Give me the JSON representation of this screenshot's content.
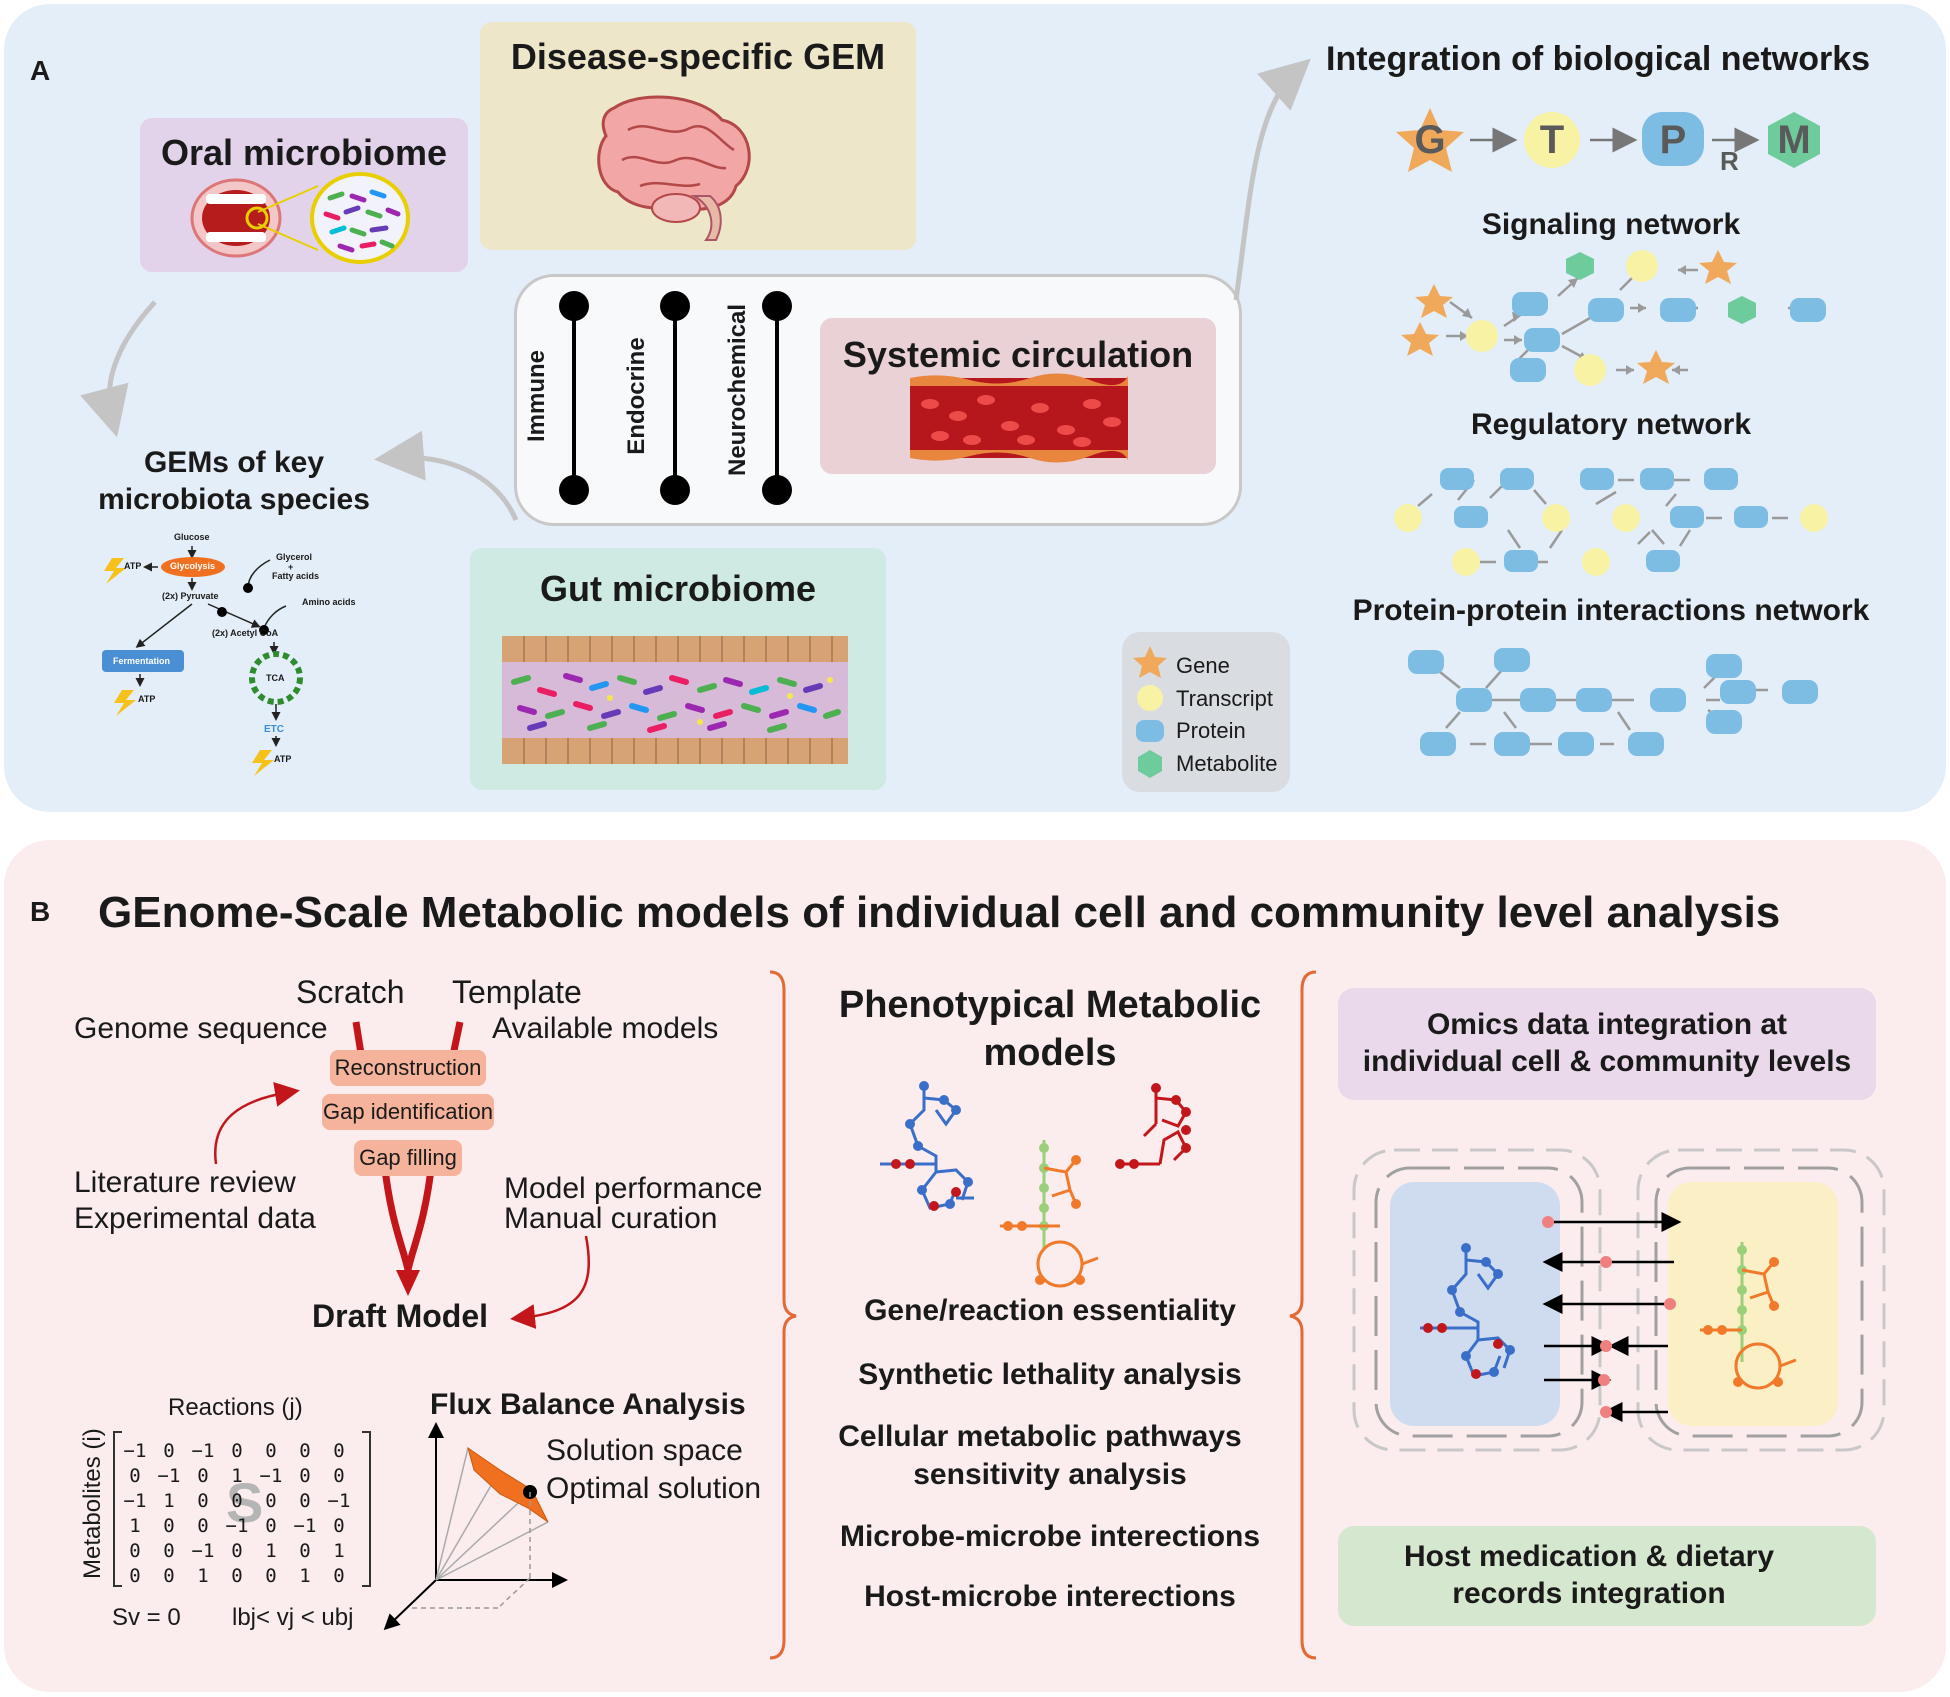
{
  "colors": {
    "panel_a_bg": "#e3eef8",
    "panel_b_bg": "#fbecee",
    "oral_box": "#e2d3ea",
    "disease_box": "#ede6c8",
    "systemic_box": "#ead1d6",
    "gut_box": "#cfeae2",
    "legend_box": "#d9dde2",
    "gene": "#f0a85a",
    "transcript": "#f7f2a4",
    "protein": "#7ebde3",
    "metabolite": "#6ecb9c",
    "accent_red": "#c2161b",
    "bracket": "#e36a35"
  },
  "panelA": {
    "label": "A",
    "oral_title": "Oral microbiome",
    "disease_title": "Disease-specific GEM",
    "systemic_title": "Systemic circulation",
    "gut_title": "Gut microbiome",
    "gems_title_line1": "GEMs of key",
    "gems_title_line2": "microbiota species",
    "axes": [
      "Immune",
      "Endocrine",
      "Neurochemical"
    ],
    "pathway": {
      "glucose": "Glucose",
      "glycolysis": "Glycolysis",
      "atp": "ATP",
      "pyruvate": "(2x) Pyruvate",
      "glycerol": "Glycerol",
      "plus": "+",
      "fatty_acids": "Fatty acids",
      "amino_acids": "Amino acids",
      "acetyl_coa": "(2x) Acetyl CoA",
      "fermentation": "Fermentation",
      "tca": "TCA",
      "etc": "ETC"
    },
    "networks_title": "Integration of biological networks",
    "gtpm": [
      "G",
      "T",
      "P",
      "M"
    ],
    "r_label": "R",
    "signaling": "Signaling network",
    "regulatory": "Regulatory network",
    "ppi": "Protein-protein interactions network",
    "legend": [
      "Gene",
      "Transcript",
      "Protein",
      "Metabolite"
    ]
  },
  "panelB": {
    "label": "B",
    "title": "GEnome-Scale Metabolic models of individual cell and community level analysis",
    "scratch": "Scratch",
    "template": "Template",
    "genome_seq": "Genome sequence",
    "available_models": "Available models",
    "steps": [
      "Reconstruction",
      "Gap identification",
      "Gap filling"
    ],
    "lit_review": "Literature review",
    "exp_data": "Experimental data",
    "model_perf": "Model performance",
    "manual_cur": "Manual curation",
    "draft_model": "Draft Model",
    "reactions": "Reactions (j)",
    "metabolites": "Metabolites (i)",
    "matrix": [
      [
        "−1",
        "0",
        "−1",
        "0",
        "0",
        "0",
        "0"
      ],
      [
        "0",
        "−1",
        "0",
        "1",
        "−1",
        "0",
        "0"
      ],
      [
        "−1",
        "1",
        "0",
        "0",
        "0",
        "0",
        "−1"
      ],
      [
        "1",
        "0",
        "0",
        "−1",
        "0",
        "−1",
        "0"
      ],
      [
        "0",
        "0",
        "−1",
        "0",
        "1",
        "0",
        "1"
      ],
      [
        "0",
        "0",
        "1",
        "0",
        "0",
        "1",
        "0"
      ]
    ],
    "matrix_letter": "S",
    "sv_eq": "Sv = 0",
    "bounds": "lbj< vj < ubj",
    "fba_title": "Flux Balance Analysis",
    "solution_space": "Solution space",
    "optimal_solution": "Optimal solution",
    "pheno_line1": "Phenotypical Metabolic",
    "pheno_line2": "models",
    "analyses": [
      "Gene/reaction essentiality",
      "Synthetic lethality analysis",
      "Cellular metabolic pathways",
      "sensitivity analysis",
      "Microbe-microbe interections",
      "Host-microbe interections"
    ],
    "omics_line1": "Omics data integration at",
    "omics_line2": "individual cell & community levels",
    "host_line1": "Host medication & dietary",
    "host_line2": "records integration"
  }
}
